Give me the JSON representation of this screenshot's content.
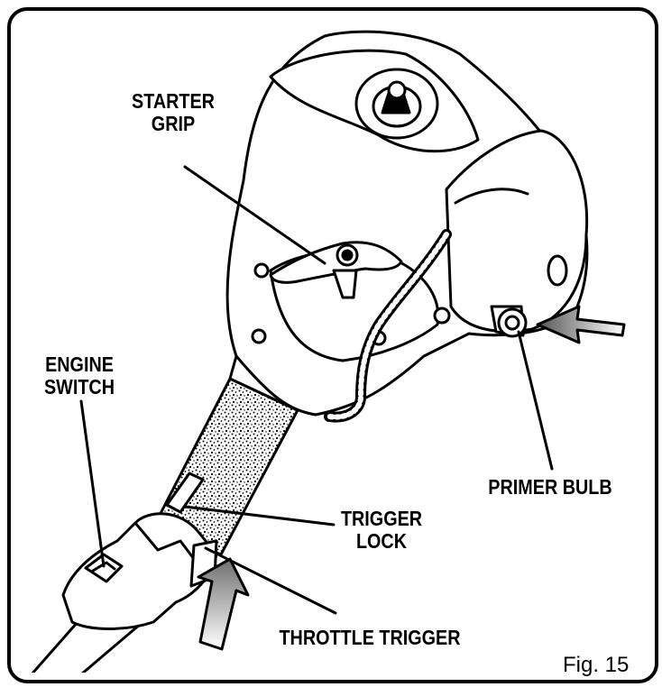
{
  "figure": {
    "caption": "Fig. 15",
    "callouts": {
      "starter_grip": {
        "line1": "STARTER",
        "line2": "GRIP"
      },
      "engine_switch": {
        "line1": "ENGINE",
        "line2": "SWITCH"
      },
      "primer_bulb": {
        "text": "PRIMER BULB"
      },
      "trigger_lock": {
        "line1": "TRIGGER",
        "line2": "LOCK"
      },
      "throttle_trigger": {
        "text": "THROTTLE TRIGGER"
      }
    }
  },
  "colors": {
    "ink": "#000000",
    "paper": "#ffffff",
    "arrow_fill": "#9a9a9a"
  }
}
